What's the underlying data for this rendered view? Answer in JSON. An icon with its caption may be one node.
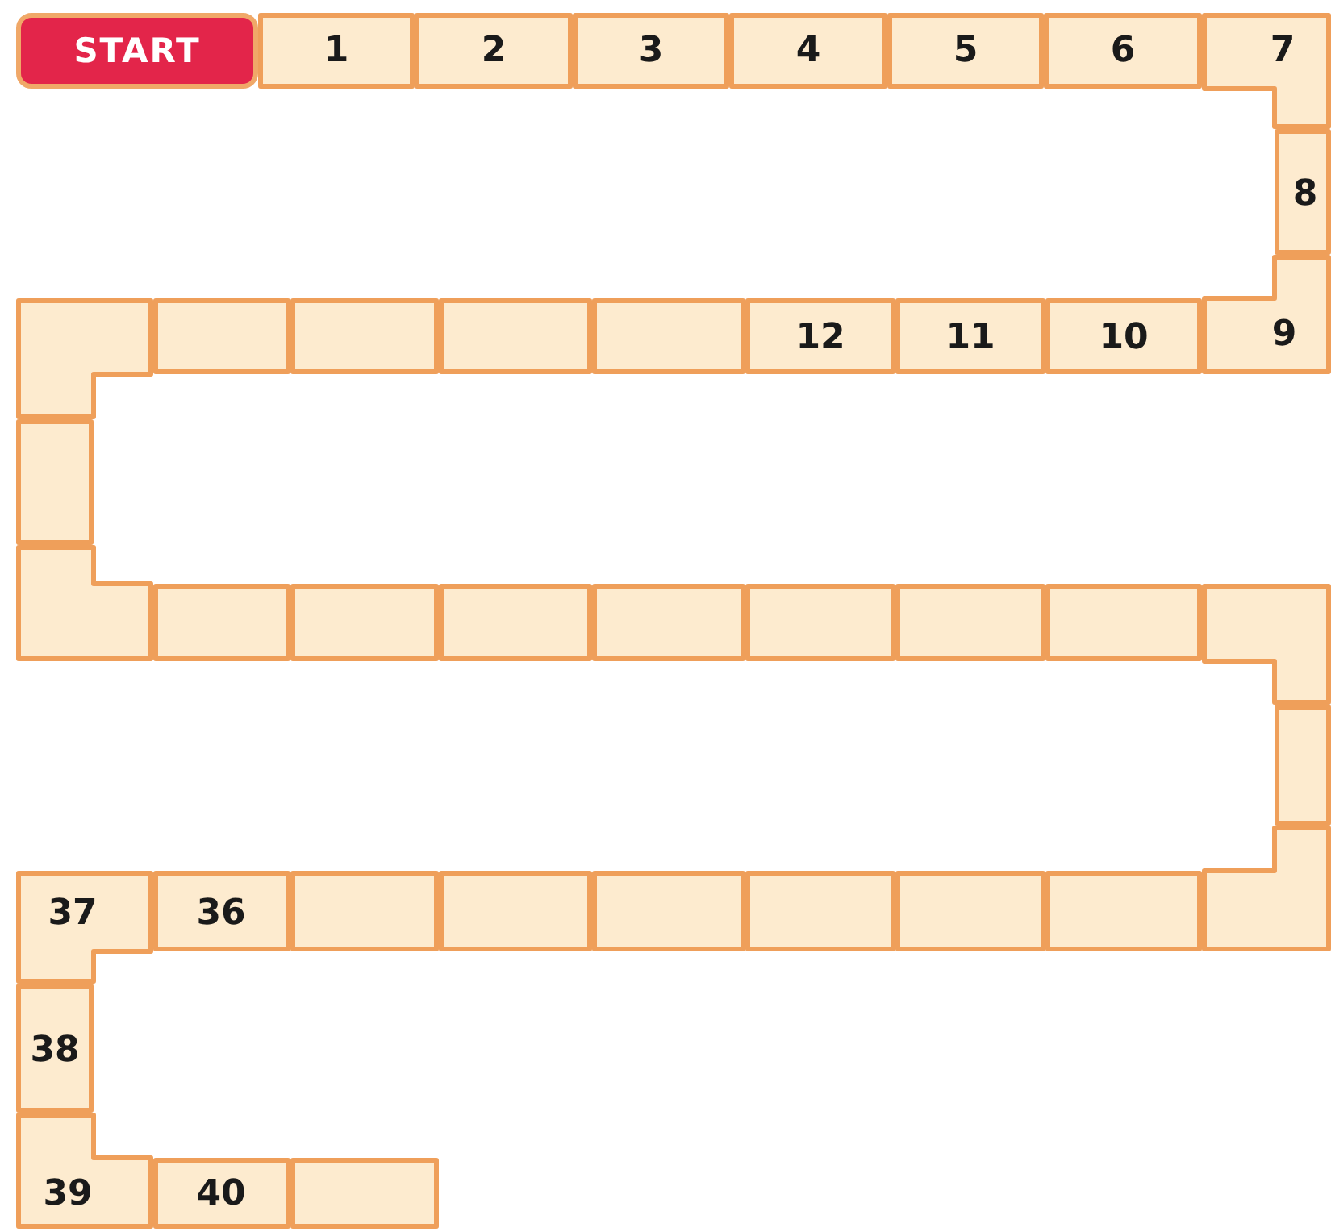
{
  "diagram": {
    "nodes": [
      {
        "text": [
          "START"
        ]
      },
      {
        "text": [
          "1"
        ]
      },
      {
        "text": [
          "2"
        ]
      },
      {
        "text": [
          "3"
        ]
      },
      {
        "text": [
          "4"
        ]
      },
      {
        "text": [
          "5"
        ]
      },
      {
        "text": [
          "6"
        ]
      },
      {
        "text": [
          "7"
        ]
      },
      {
        "text": [
          "8"
        ]
      },
      {
        "text": [
          "9"
        ]
      },
      {
        "text": [],
        "shape": "box"
      },
      {
        "text": [],
        "shape": "box"
      },
      {
        "text": [],
        "shape": "box"
      },
      {
        "text": [],
        "shape": "box"
      },
      {
        "text": [],
        "shape": "box"
      },
      {
        "text": [
          "12"
        ]
      },
      {
        "text": [
          "11"
        ]
      },
      {
        "text": [
          "10"
        ]
      },
      {
        "text": [],
        "shape": "box"
      },
      {
        "text": [],
        "shape": "box"
      },
      {
        "text": [],
        "shape": "box"
      },
      {
        "text": [],
        "shape": "box"
      },
      {
        "text": [],
        "shape": "box"
      },
      {
        "text": [],
        "shape": "box"
      },
      {
        "text": [],
        "shape": "box"
      },
      {
        "text": [],
        "shape": "box"
      },
      {
        "text": [],
        "shape": "box"
      },
      {
        "text": [],
        "shape": "box"
      },
      {
        "text": [],
        "shape": "box"
      },
      {
        "text": [],
        "shape": "box"
      },
      {
        "text": [
          "37"
        ]
      },
      {
        "text": [
          "36"
        ]
      },
      {
        "text": [],
        "shape": "box"
      },
      {
        "text": [],
        "shape": "box"
      },
      {
        "text": [],
        "shape": "box"
      },
      {
        "text": [],
        "shape": "box"
      },
      {
        "text": [],
        "shape": "box"
      },
      {
        "text": [],
        "shape": "box"
      },
      {
        "text": [
          "38"
        ]
      },
      {
        "text": [
          "39"
        ]
      },
      {
        "text": [
          "40"
        ]
      },
      {
        "text": [],
        "shape": "box"
      }
    ]
  }
}
